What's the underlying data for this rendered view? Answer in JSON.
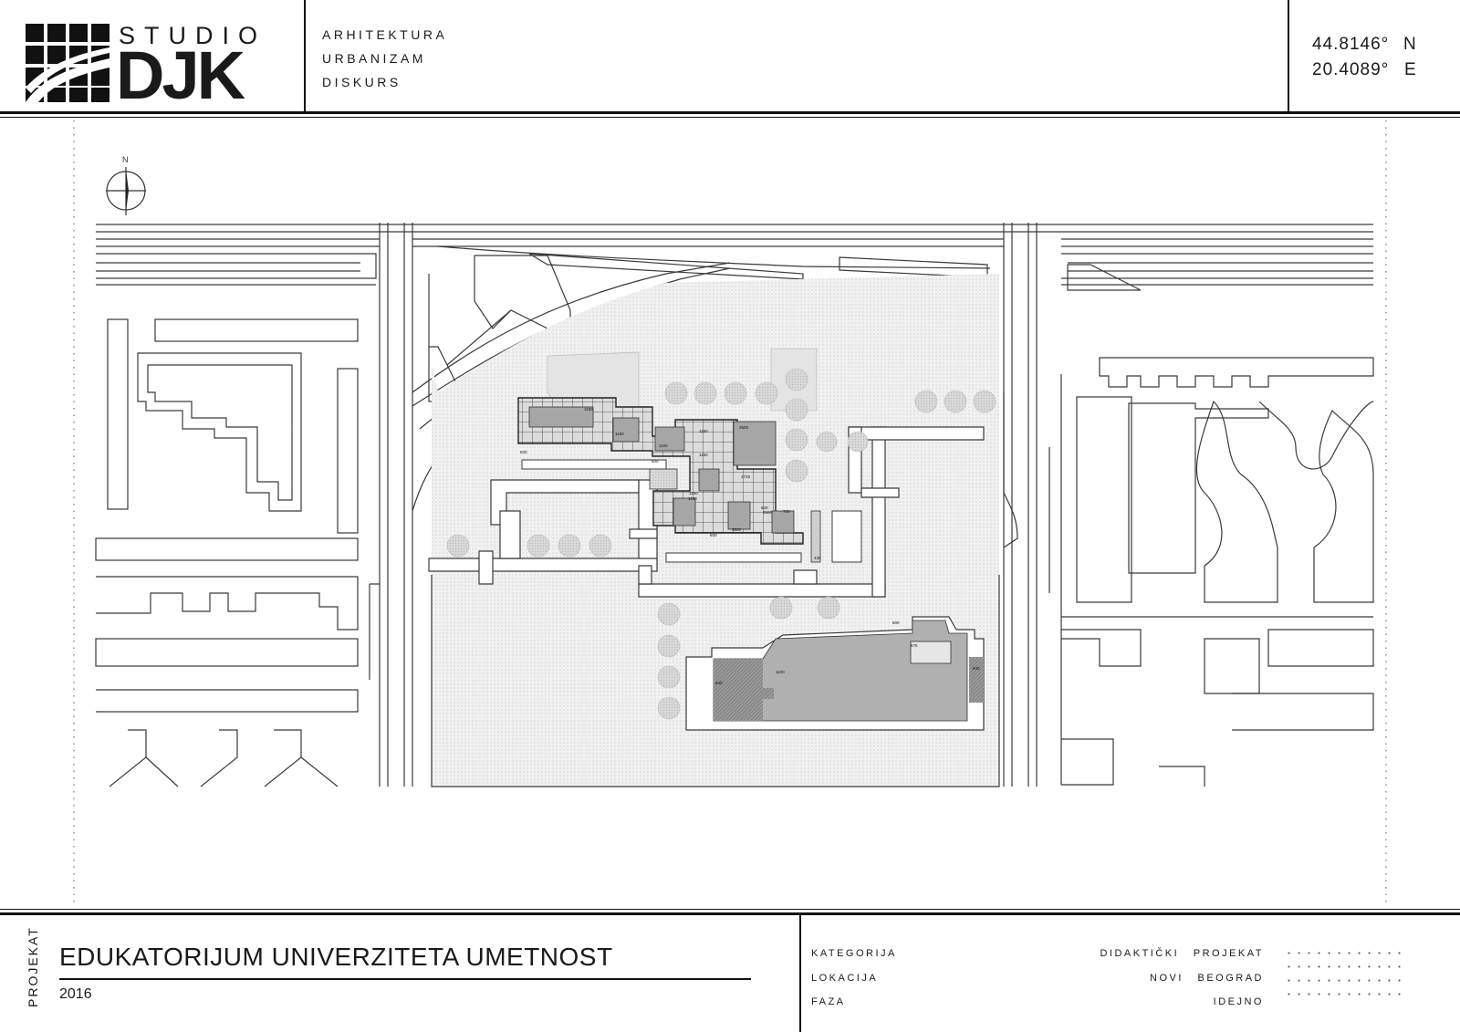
{
  "brand": {
    "studio": "STUDIO",
    "name": "DJK",
    "taglines": [
      "ARHITEKTURA",
      "URBANIZAM",
      "DISKURS"
    ]
  },
  "coordinates": {
    "lat": "44.8146°",
    "lat_dir": "N",
    "lon": "20.4089°",
    "lon_dir": "E"
  },
  "plan": {
    "north_label": "N",
    "tree_count_note": "trees",
    "height_labels": [
      "1150",
      "1150",
      "1150",
      "1150",
      "1150",
      "1150",
      "3500",
      "3500",
      "3500",
      "600",
      "600",
      "600",
      "1725",
      "620",
      "720",
      "430",
      "1150",
      "840",
      "840",
      "675",
      "600",
      "1100"
    ]
  },
  "project": {
    "section_label": "PROJEKAT",
    "title": "EDUKATORIJUM UNIVERZITETA UMETNOST",
    "year": "2016"
  },
  "meta": [
    {
      "key": "KATEGORIJA",
      "value": "DIDAKTIČKI PROJEKAT"
    },
    {
      "key": "LOKACIJA",
      "value": "NOVI BEOGRAD"
    },
    {
      "key": "FAZA",
      "value": "IDEJNO"
    }
  ],
  "colors": {
    "line": "#111111",
    "plan_line": "#3a3a3a",
    "building_fill": "#a8a8a8",
    "grid_fill": "#d6d6d6",
    "site_fill": "#ececec",
    "tree_fill": "#cfcfcf"
  }
}
